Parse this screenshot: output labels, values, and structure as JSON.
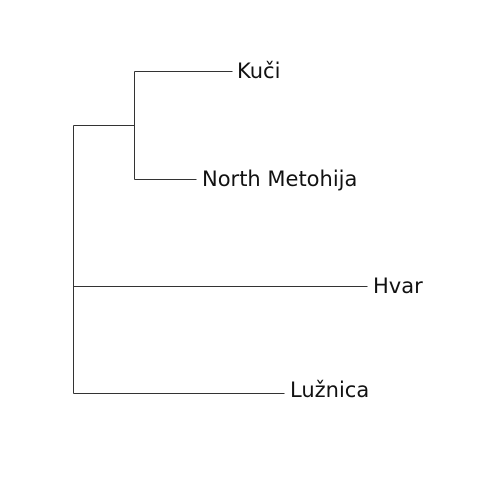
{
  "tree": {
    "root": {
      "children": [
        {
          "children": [
            {
              "label": "Kuči"
            },
            {
              "label": "North Metohija"
            }
          ]
        },
        {
          "label": "Hvar"
        },
        {
          "label": "Lužnica"
        }
      ]
    }
  },
  "colors": {
    "branch": "#333333",
    "label": "#111111",
    "background": "#ffffff"
  }
}
